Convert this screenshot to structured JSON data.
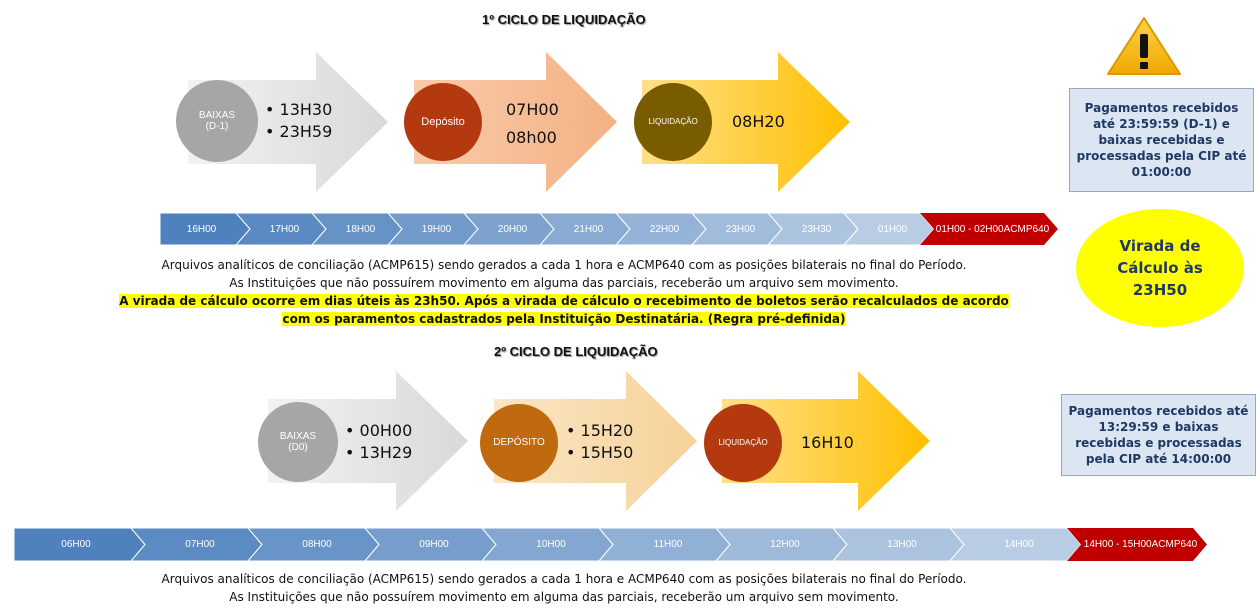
{
  "cycle1": {
    "title": "1º CICLO DE LIQUIDAÇÃO",
    "baixas": {
      "label_line1": "BAIXAS",
      "label_line2": "(D-1)",
      "times": [
        "13H30",
        "23H59"
      ],
      "color": "#a6a6a6"
    },
    "deposito": {
      "label": "Depósito",
      "times": [
        "07H00",
        "08h00"
      ],
      "color": "#b5390f"
    },
    "liquidacao": {
      "label": "LIQUIDAÇÃO",
      "times": [
        "08H20"
      ],
      "color": "#7a5c00"
    },
    "timeline": [
      "16H00",
      "17H00",
      "18H00",
      "19H00",
      "20H00",
      "21H00",
      "22H00",
      "23H00",
      "23H30",
      "01H00"
    ],
    "timeline_last": {
      "line1": "01H00 - 02H00",
      "line2": "ACMP640"
    },
    "note_line1": "Arquivos analíticos de conciliação (ACMP615) sendo gerados a cada 1 hora e ACMP640 com as posições bilaterais no final do Período.",
    "note_line2": "As Instituições que não possuírem movimento em alguma das parciais, receberão um arquivo sem movimento.",
    "highlight_line1": "A virada de cálculo ocorre em dias úteis às 23h50. Após a virada de cálculo o recebimento de boletos serão recalculados de acordo",
    "highlight_line2": "com os paramentos cadastrados pela Instituição Destinatária. (Regra pré-definida)",
    "info_box": "Pagamentos recebidos até 23:59:59 (D-1) e baixas recebidas e processadas pela CIP até 01:00:00"
  },
  "virada": {
    "text": "Virada de Cálculo às 23H50",
    "color": "#ffff00"
  },
  "cycle2": {
    "title": "2º CICLO DE LIQUIDAÇÃO",
    "baixas": {
      "label_line1": "BAIXAS",
      "label_line2": "(D0)",
      "times": [
        "00H00",
        "13H29"
      ],
      "color": "#a6a6a6"
    },
    "deposito": {
      "label": "DEPÓSITO",
      "times": [
        "15H20",
        "15H50"
      ],
      "color": "#c06a10"
    },
    "liquidacao": {
      "label": "LIQUIDAÇÃO",
      "times": [
        "16H10"
      ],
      "color": "#b5390f"
    },
    "timeline": [
      "06H00",
      "07H00",
      "08H00",
      "09H00",
      "10H00",
      "11H00",
      "12H00",
      "13H00",
      "14H00"
    ],
    "timeline_last": {
      "line1": "14H00 - 15H00",
      "line2": "ACMP640"
    },
    "note_line1": "Arquivos analíticos de conciliação (ACMP615) sendo gerados a cada 1 hora e ACMP640 com as posições bilaterais no final do Período.",
    "note_line2": "As Instituições que não possuírem movimento em alguma das parciais, receberão um arquivo sem movimento.",
    "info_box": "Pagamentos recebidos até 13:29:59 e baixas recebidas e processadas pela CIP até 14:00:00"
  },
  "icons": {
    "warning": "warning-triangle-icon"
  },
  "colors": {
    "timeline_start": "#4f81bd",
    "timeline_end": "#b8cce4",
    "timeline_last": "#c00000",
    "arrow_gray": "#e0e0e0",
    "arrow_salmon": "#f4b183",
    "arrow_orange": "#ffc000",
    "arrow_tan": "#f8d9a8",
    "info_box_bg": "#dce6f2",
    "info_text": "#1f3864"
  }
}
